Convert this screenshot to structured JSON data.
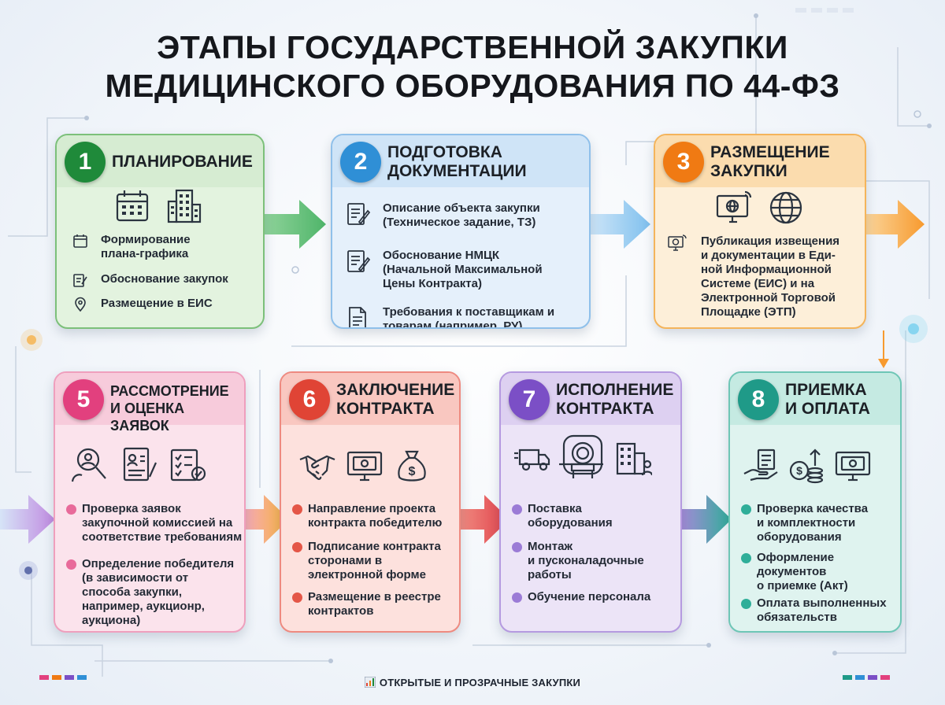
{
  "title": {
    "line1": "ЭТАПЫ ГОСУДАРСТВЕННОЙ ЗАКУПКИ",
    "line2": "МЕДИЦИНСКОГО ОБОРУДОВАНИЯ ПО 44-ФЗ"
  },
  "stages": {
    "s1": {
      "number": "1",
      "title": "ПЛАНИРОВАНИЕ",
      "items": [
        "Формирование\nплана-графика",
        "Обоснование закупок",
        "Размещение в ЕИС"
      ]
    },
    "s2": {
      "number": "2",
      "title": "ПОДГОТОВКА ДОКУМЕНТАЦИИ",
      "items": [
        "Описание объекта закупки\n(Техническое задание, ТЗ)",
        "Обоснование НМЦК\n(Начальной Максимальной\nЦены Контракта)",
        "Требования к поставщикам и\nтоварам (например, РУ)"
      ]
    },
    "s3": {
      "number": "3",
      "title": "РАЗМЕЩЕНИЕ ЗАКУПКИ",
      "items": [
        "Публикация извещения\nи документации в Еди-\nной Информационной\nСистеме (ЕИС) и на\nЭлектронной Торговой\nПлощадке (ЭТП)"
      ]
    },
    "s5": {
      "number": "5",
      "title": "РАССМОТРЕНИЕ И ОЦЕНКА ЗАЯВОК",
      "items": [
        "Проверка заявок\nзакупочной комиссией на\nсоответствие требованиям",
        "Определение победителя\n(в зависимости от\nспособа закупки,\nнапример, аукционр,\nаукциона)"
      ]
    },
    "s6": {
      "number": "6",
      "title": "ЗАКЛЮЧЕНИЕ КОНТРАКТА",
      "items": [
        "Направление проекта\nконтракта победителю",
        "Подписание контракта\nсторонами в\nэлектронной форме",
        "Размещение в реестре\nконтрактов"
      ]
    },
    "s7": {
      "number": "7",
      "title": "ИСПОЛНЕНИЕ КОНТРАКТА",
      "items": [
        "Поставка\nоборудования",
        "Монтаж\nи пусконаладочные\nработы",
        "Обучение персонала"
      ]
    },
    "s8": {
      "number": "8",
      "title": "ПРИЕМКА И ОПЛАТА",
      "items": [
        "Проверка качества\nи комплектности\nоборудования",
        "Оформление\nдокументов\nо приемке (Акт)",
        "Оплата выполненных\nобязательств"
      ]
    }
  },
  "footer": "ОТКРЫТЫЕ И ПРОЗРАЧНЫЕ ЗАКУПКИ",
  "colors": {
    "green": "#1f8a3a",
    "blue": "#2f8fd6",
    "orange": "#f07a13",
    "pink": "#e2407e",
    "red": "#e04435",
    "purple": "#7b4fc6",
    "teal": "#1f9a88"
  }
}
